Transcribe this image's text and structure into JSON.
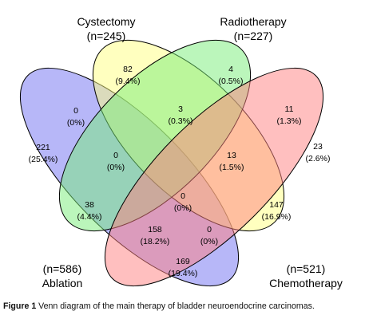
{
  "sets": [
    {
      "id": "ablation",
      "name": "Ablation",
      "n": "(n=586)",
      "color": "#6f6ff2"
    },
    {
      "id": "cystectomy",
      "name": "Cystectomy",
      "n": "(n=245)",
      "color": "#ffff80"
    },
    {
      "id": "radiotherapy",
      "name": "Radiotherapy",
      "n": "(n=227)",
      "color": "#77ee77"
    },
    {
      "id": "chemotherapy",
      "name": "Chemotherapy",
      "n": "(n=521)",
      "color": "#ff7f7f"
    }
  ],
  "regions": [
    {
      "id": "ablation-only",
      "count": "221",
      "pct": "(25.4%)"
    },
    {
      "id": "cystectomy-only",
      "count": "82",
      "pct": "(9.4%)"
    },
    {
      "id": "radiotherapy-only",
      "count": "4",
      "pct": "(0.5%)"
    },
    {
      "id": "chemotherapy-only",
      "count": "23",
      "pct": "(2.6%)"
    },
    {
      "id": "ablation-cystectomy",
      "count": "0",
      "pct": "(0%)"
    },
    {
      "id": "cystectomy-radiotherapy",
      "count": "3",
      "pct": "(0.3%)"
    },
    {
      "id": "radiotherapy-chemotherapy",
      "count": "11",
      "pct": "(1.3%)"
    },
    {
      "id": "ablation-cystectomy-radiotherapy",
      "count": "0",
      "pct": "(0%)"
    },
    {
      "id": "cystectomy-radiotherapy-chemotherapy",
      "count": "13",
      "pct": "(1.5%)"
    },
    {
      "id": "ablation-radiotherapy",
      "count": "38",
      "pct": "(4.4%)"
    },
    {
      "id": "all-four",
      "count": "0",
      "pct": "(0%)"
    },
    {
      "id": "cystectomy-chemotherapy",
      "count": "147",
      "pct": "(16.9%)"
    },
    {
      "id": "ablation-radiotherapy-chemotherapy",
      "count": "158",
      "pct": "(18.2%)"
    },
    {
      "id": "ablation-cystectomy-chemotherapy",
      "count": "0",
      "pct": "(0%)"
    },
    {
      "id": "ablation-chemotherapy",
      "count": "169",
      "pct": "(19.4%)"
    }
  ],
  "caption": {
    "figure_label": "Figure 1",
    "text": " Venn diagram of the main therapy of bladder neuroendocrine carcinomas."
  }
}
